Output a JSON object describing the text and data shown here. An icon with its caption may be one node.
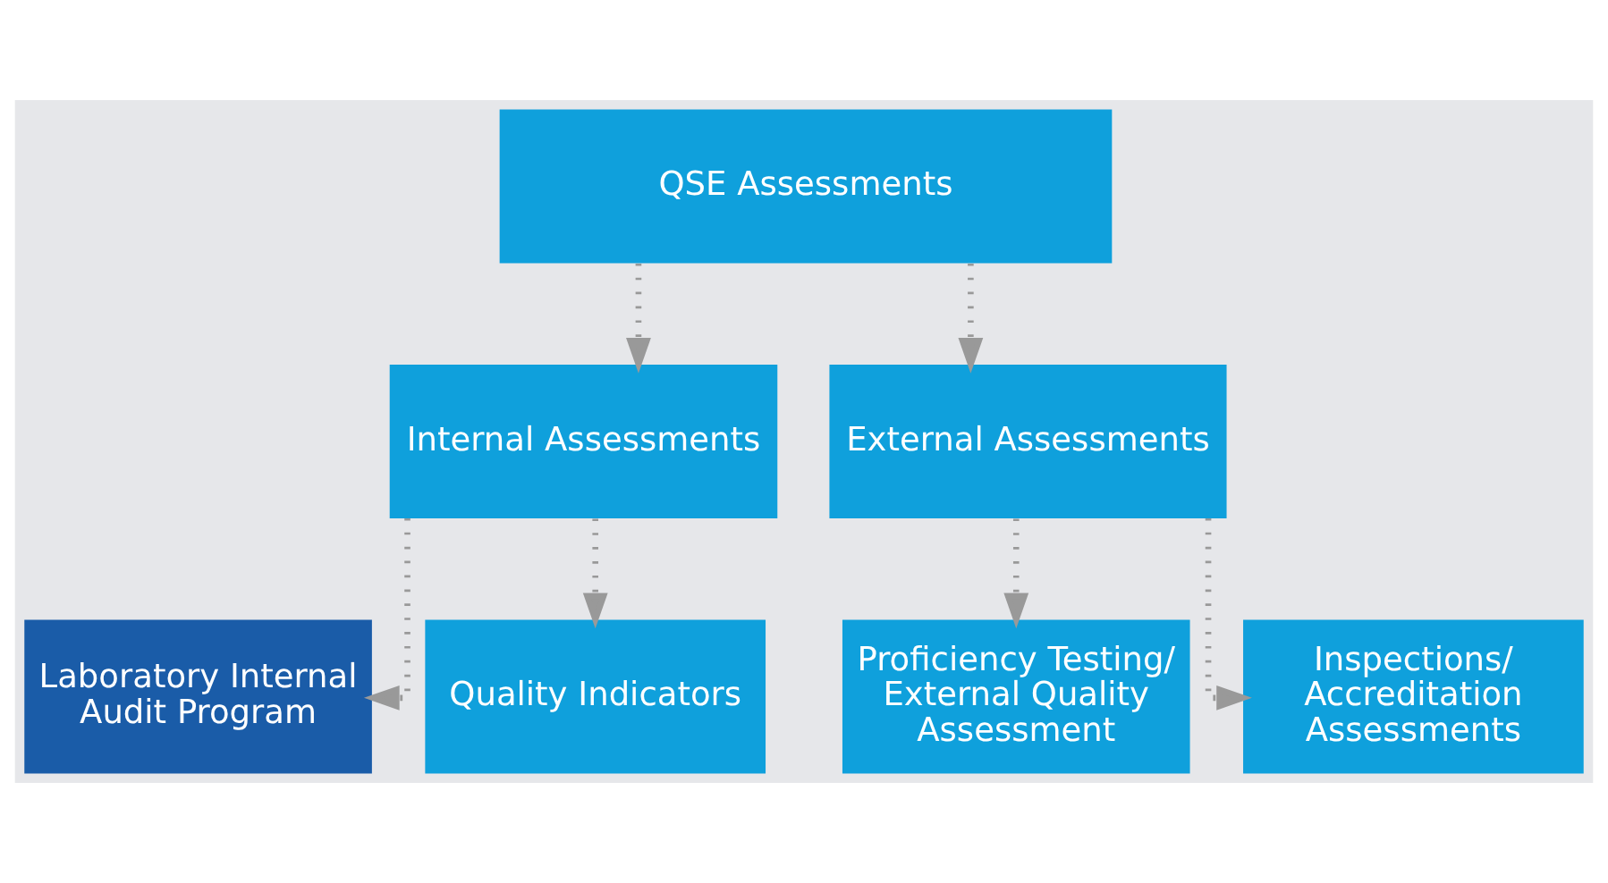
{
  "diagram": {
    "nodes": [
      {
        "text": [
          "QSE Assessments"
        ]
      },
      {
        "text": [
          "Internal Assessments"
        ]
      },
      {
        "text": [
          "External Assessments"
        ]
      },
      {
        "text": [
          "Laboratory Internal Audit Program"
        ]
      },
      {
        "text": [
          "Quality Indicators"
        ]
      },
      {
        "text": [
          "Proficiency Testing/ External Quality Assessment"
        ]
      },
      {
        "text": [
          "Inspections/ Accreditation Assessments"
        ]
      }
    ],
    "edges": [
      {
        "from": 0,
        "to": 1,
        "arrow": "to"
      },
      {
        "from": 0,
        "to": 2,
        "arrow": "to"
      },
      {
        "from": 1,
        "to": 3,
        "arrow": "to"
      },
      {
        "from": 1,
        "to": 4,
        "arrow": "to"
      },
      {
        "from": 2,
        "to": 5,
        "arrow": "to"
      },
      {
        "from": 2,
        "to": 6,
        "arrow": "to"
      }
    ]
  }
}
